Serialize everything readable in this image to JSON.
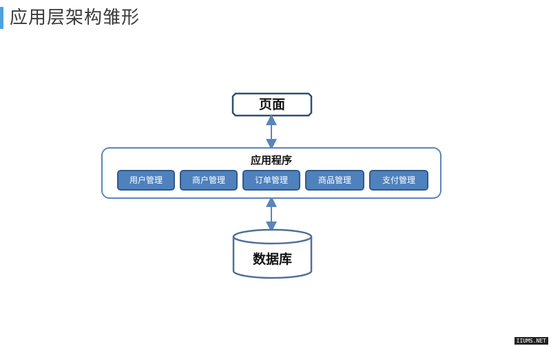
{
  "slide": {
    "title": "应用层架构雏形",
    "accent_color": "#4aa3df"
  },
  "diagram": {
    "top_node": {
      "label": "页面",
      "shape": "bordered-octagon"
    },
    "app_node": {
      "label": "应用程序",
      "modules": [
        {
          "label": "用户管理"
        },
        {
          "label": "商户管理"
        },
        {
          "label": "订单管理"
        },
        {
          "label": "商品管理"
        },
        {
          "label": "支付管理"
        }
      ],
      "module_color": "#4f81bd"
    },
    "bottom_node": {
      "label": "数据库",
      "shape": "cylinder"
    },
    "edges": [
      {
        "from": "页面",
        "to": "应用程序",
        "direction": "bidirectional"
      },
      {
        "from": "应用程序",
        "to": "数据库",
        "direction": "bidirectional"
      }
    ],
    "line_color": "#5b85b9"
  },
  "watermark": {
    "text": "IIUMS.NET"
  }
}
